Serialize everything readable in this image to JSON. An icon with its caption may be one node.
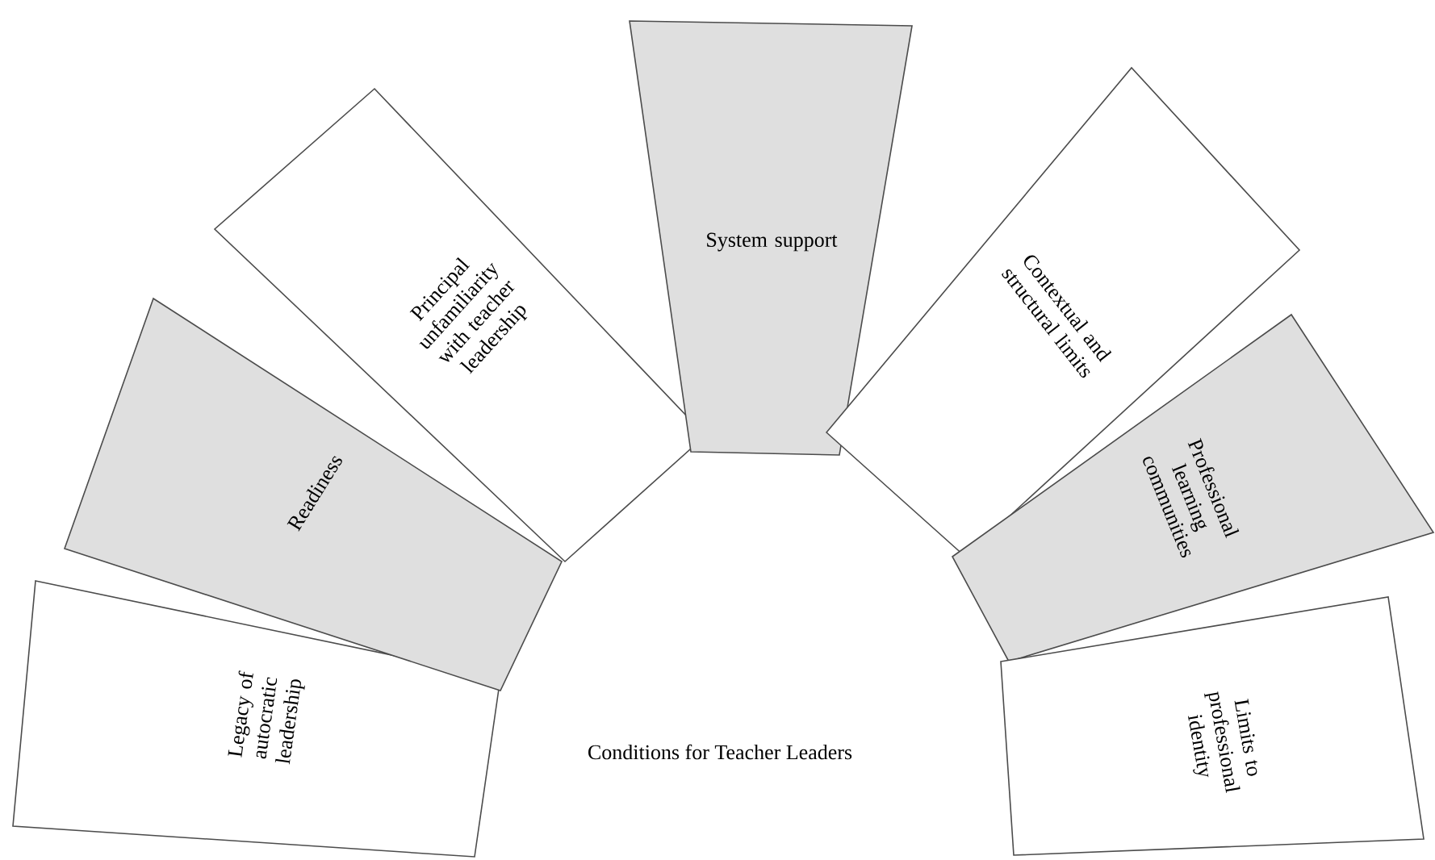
{
  "diagram": {
    "nodes": [
      {
        "text": [
          "Legacy of autocratic leadership"
        ]
      },
      {
        "text": [
          "Readiness"
        ]
      },
      {
        "text": [
          "Principal unfamiliarity with teacher leadership"
        ]
      },
      {
        "text": [
          "System support"
        ]
      },
      {
        "text": [
          "Contextual and structural limits"
        ]
      },
      {
        "text": [
          "Professional learning communities"
        ]
      },
      {
        "text": [
          "Limits to professional identity"
        ]
      }
    ],
    "labels": [
      "Conditions for Teacher Leaders"
    ]
  }
}
